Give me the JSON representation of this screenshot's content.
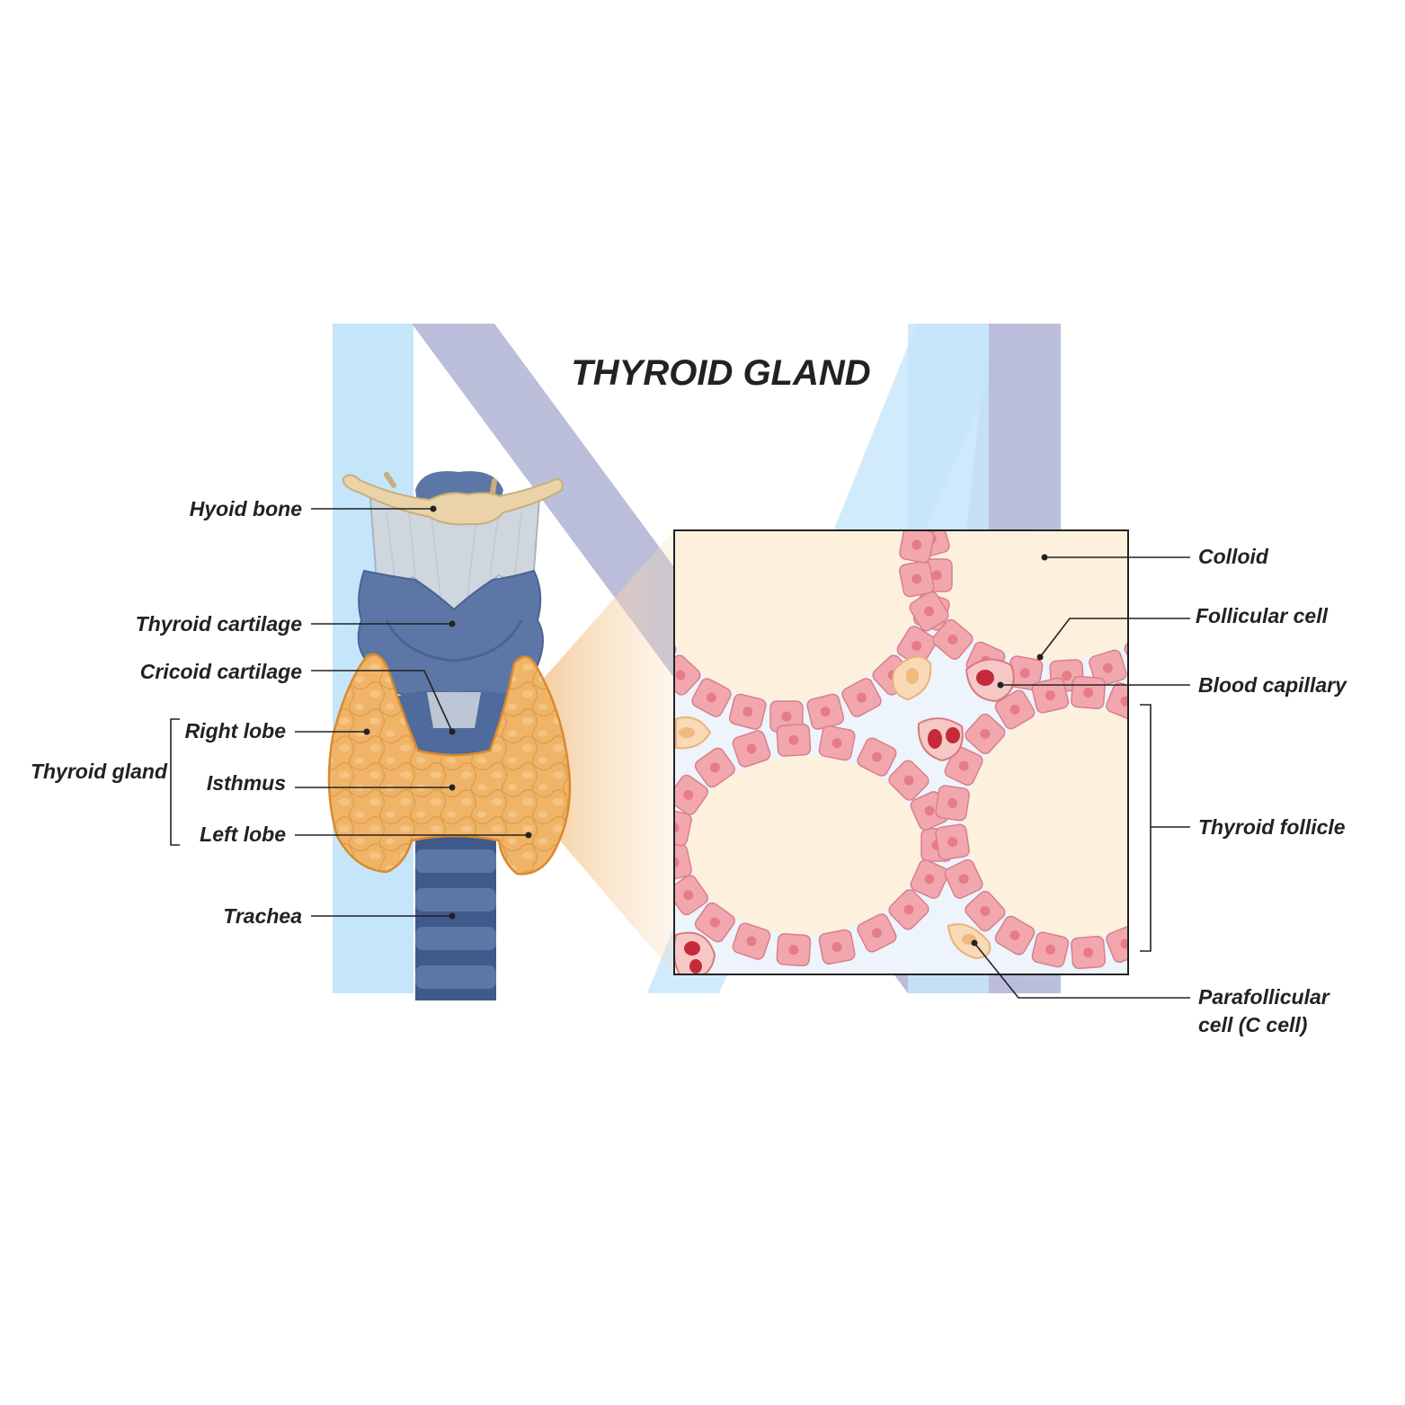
{
  "title": "THYROID GLAND",
  "anatomy_labels": {
    "hyoid_bone": "Hyoid bone",
    "thyroid_cartilage": "Thyroid cartilage",
    "cricoid_cartilage": "Cricoid cartilage",
    "right_lobe": "Right lobe",
    "isthmus": "Isthmus",
    "left_lobe": "Left lobe",
    "thyroid_gland": "Thyroid gland",
    "trachea": "Trachea"
  },
  "histology_labels": {
    "colloid": "Colloid",
    "follicular_cell": "Follicular cell",
    "blood_capillary": "Blood capillary",
    "thyroid_follicle": "Thyroid follicle",
    "parafollicular_line1": "Parafollicular",
    "parafollicular_line2": "cell (C cell)"
  },
  "colors": {
    "gland_orange": "#f0b468",
    "gland_outline": "#d98a2e",
    "cartilage_blue": "#5c77a6",
    "cartilage_dark": "#3f5a8a",
    "membrane_gray": "#cfd6de",
    "bone_tan": "#ead3a8",
    "colloid_cream": "#fdf0dc",
    "interstitium_blue": "#edf4fb",
    "cell_pink": "#f2a7ae",
    "cell_nucleus": "#e57c88",
    "rbc_red": "#c42a3a",
    "watermark_blue": "#bfe3fb",
    "watermark_gray": "#b4b8d6"
  }
}
